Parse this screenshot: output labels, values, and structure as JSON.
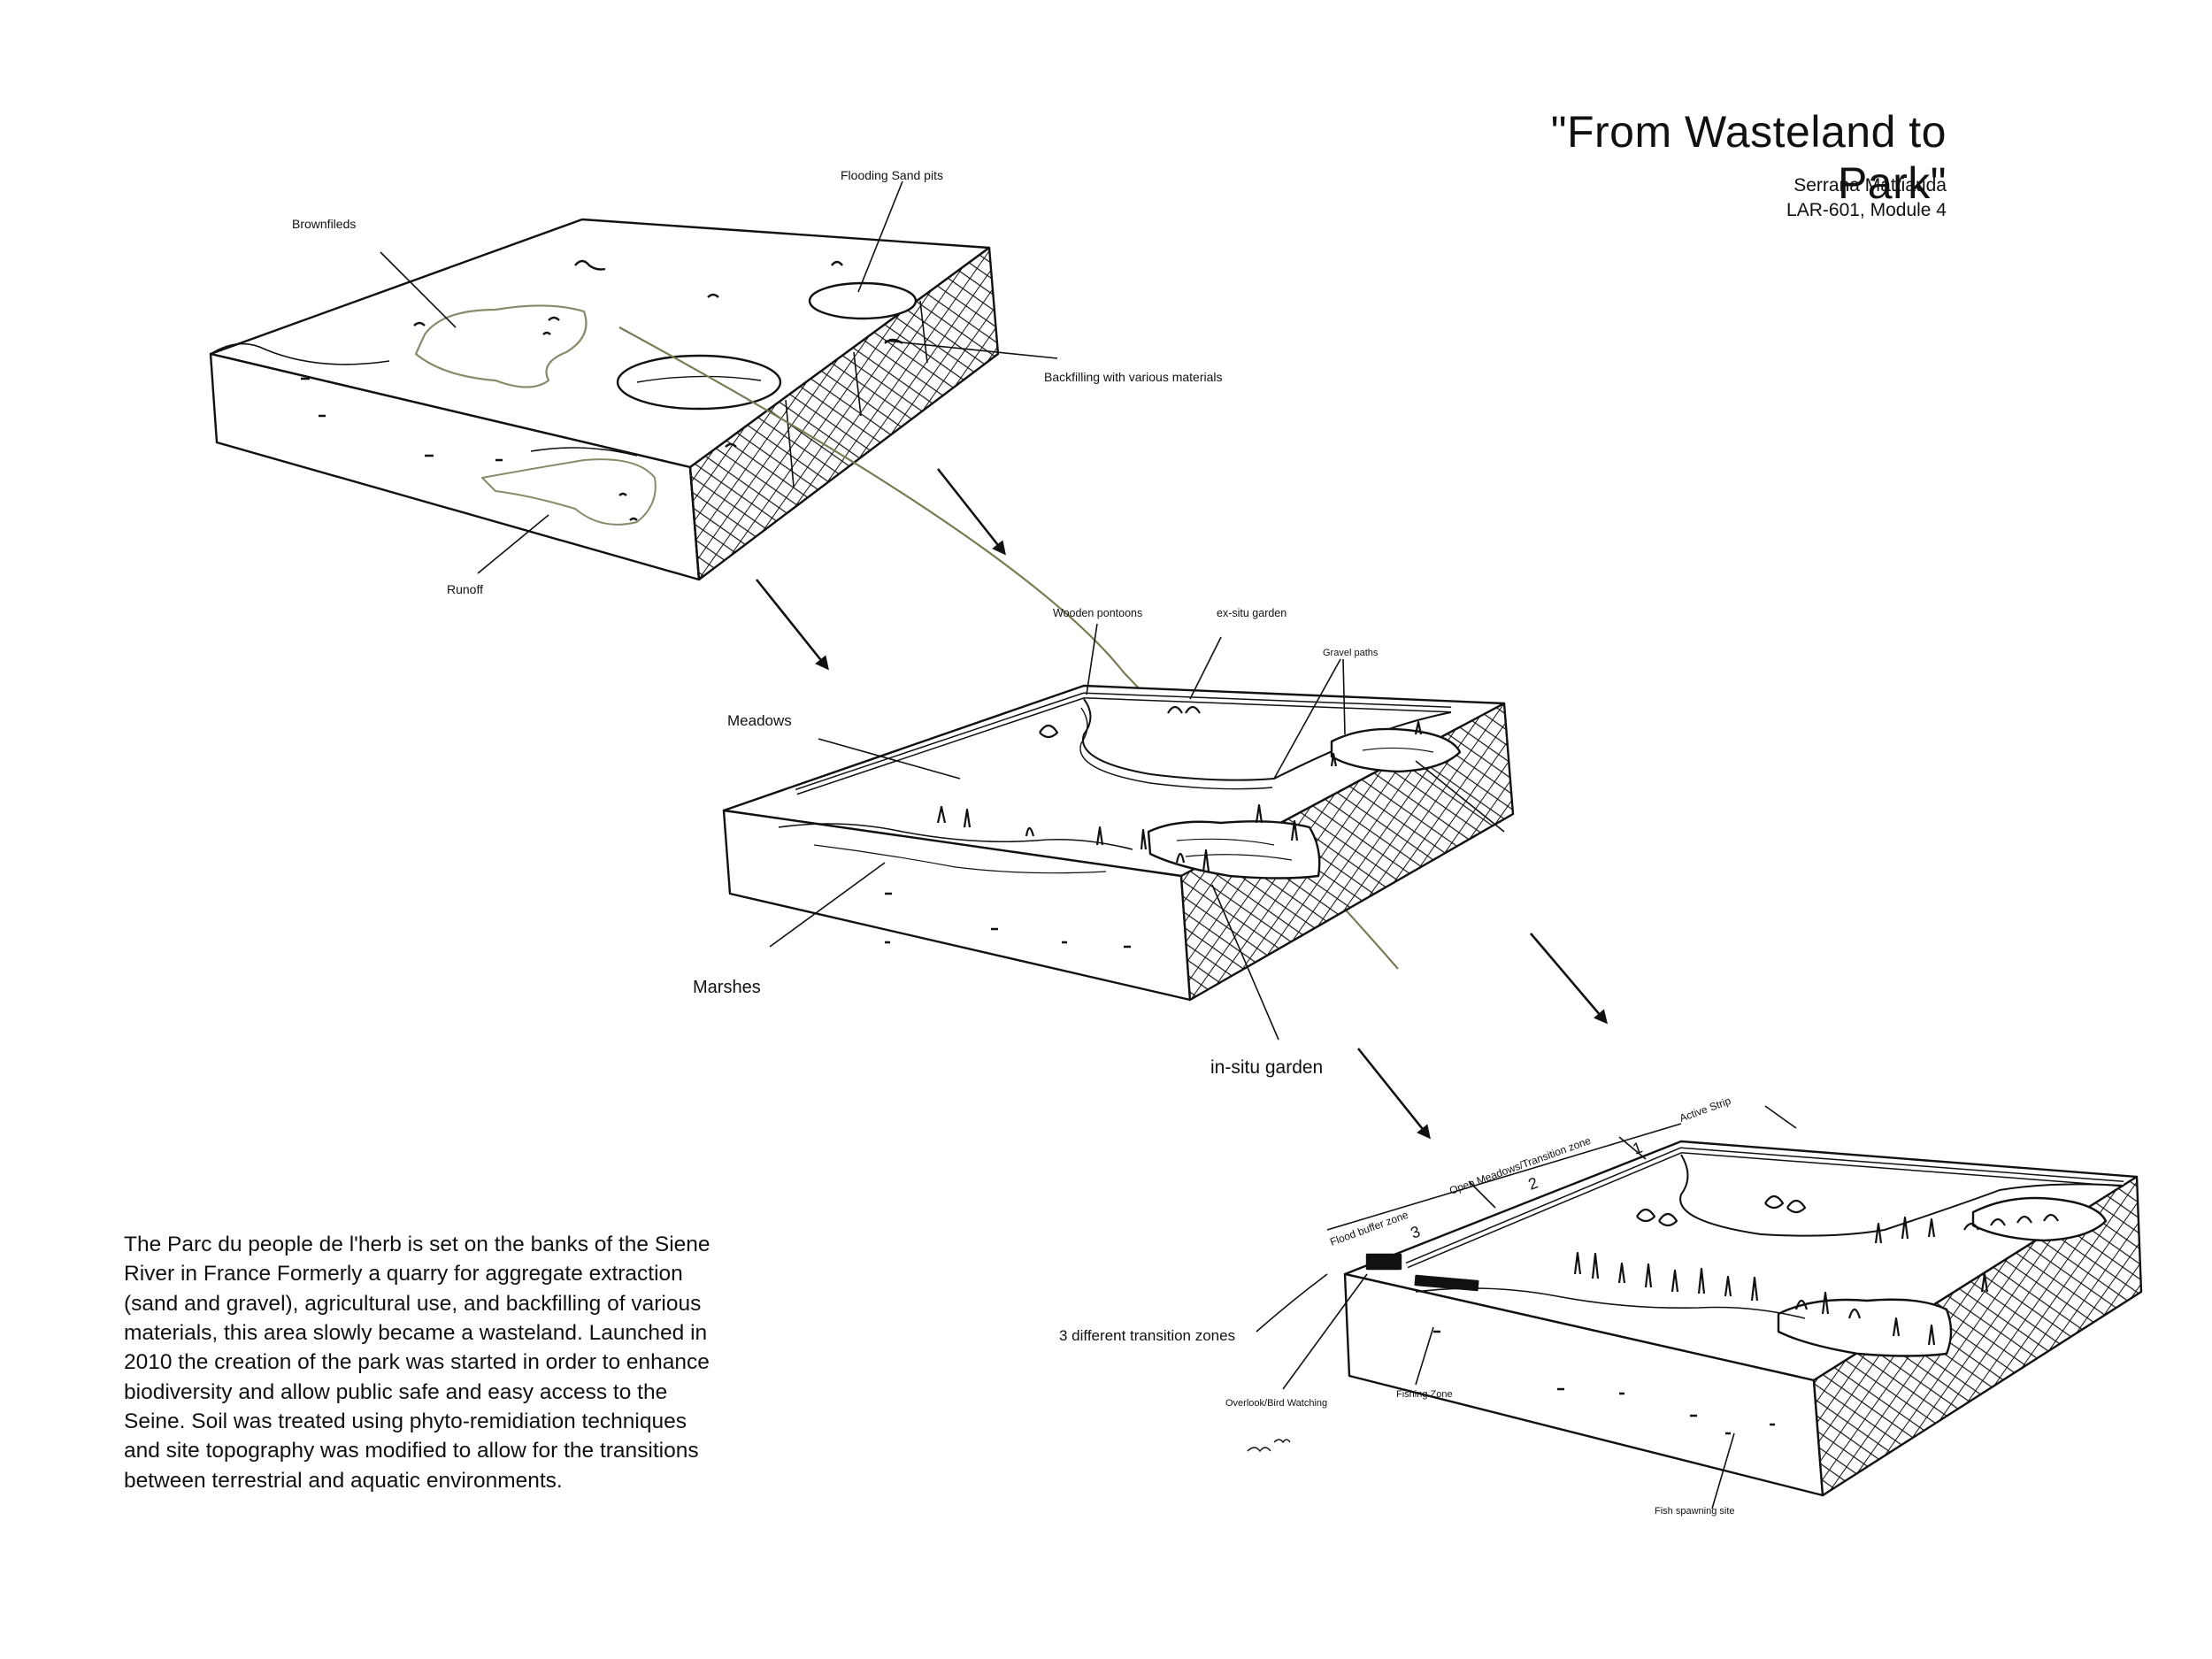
{
  "title": "\"From Wasteland to Park\"",
  "author": {
    "name": "Serrana Mattiauda",
    "course": "LAR-601, Module 4"
  },
  "description": "The Parc du people de l'herb is set on the banks of the Siene River in France Formerly a quarry for aggregate extraction (sand and gravel), agricultural use, and backfilling of various materials, this area slowly became a wasteland. Launched in 2010 the creation of the park was started in order to enhance biodiversity and allow public safe and easy access to the Seine. Soil was treated using phyto-remidiation techniques and site topography was modified to allow for the transitions between terrestrial and aquatic environments.",
  "stage1": {
    "labels": {
      "brownfields": "Brownfileds",
      "sand_pits": "Flooding Sand pits",
      "backfilling": "Backfilling with various materials",
      "runoff": "Runoff"
    }
  },
  "stage2": {
    "labels": {
      "pontoons": "Wooden pontoons",
      "ex_situ": "ex-situ garden",
      "gravel": "Gravel paths",
      "meadows": "Meadows",
      "marshes": "Marshes",
      "in_situ": "in-situ garden"
    }
  },
  "stage3": {
    "labels": {
      "active_strip": "Active Strip",
      "open_meadows": "Open Meadows/Transition zone",
      "flood_buffer": "Flood buffer zone",
      "transition_zones": "3 different transition zones",
      "overlook": "Overlook/Bird Watching",
      "fishing": "Fishing Zone",
      "spawning": "Fish spawning site"
    },
    "zone_numbers": [
      "1",
      "2",
      "3"
    ]
  },
  "colors": {
    "ink": "#111111",
    "river_line": "#7a7a55",
    "brownfield_outline": "#8a8a6a"
  }
}
